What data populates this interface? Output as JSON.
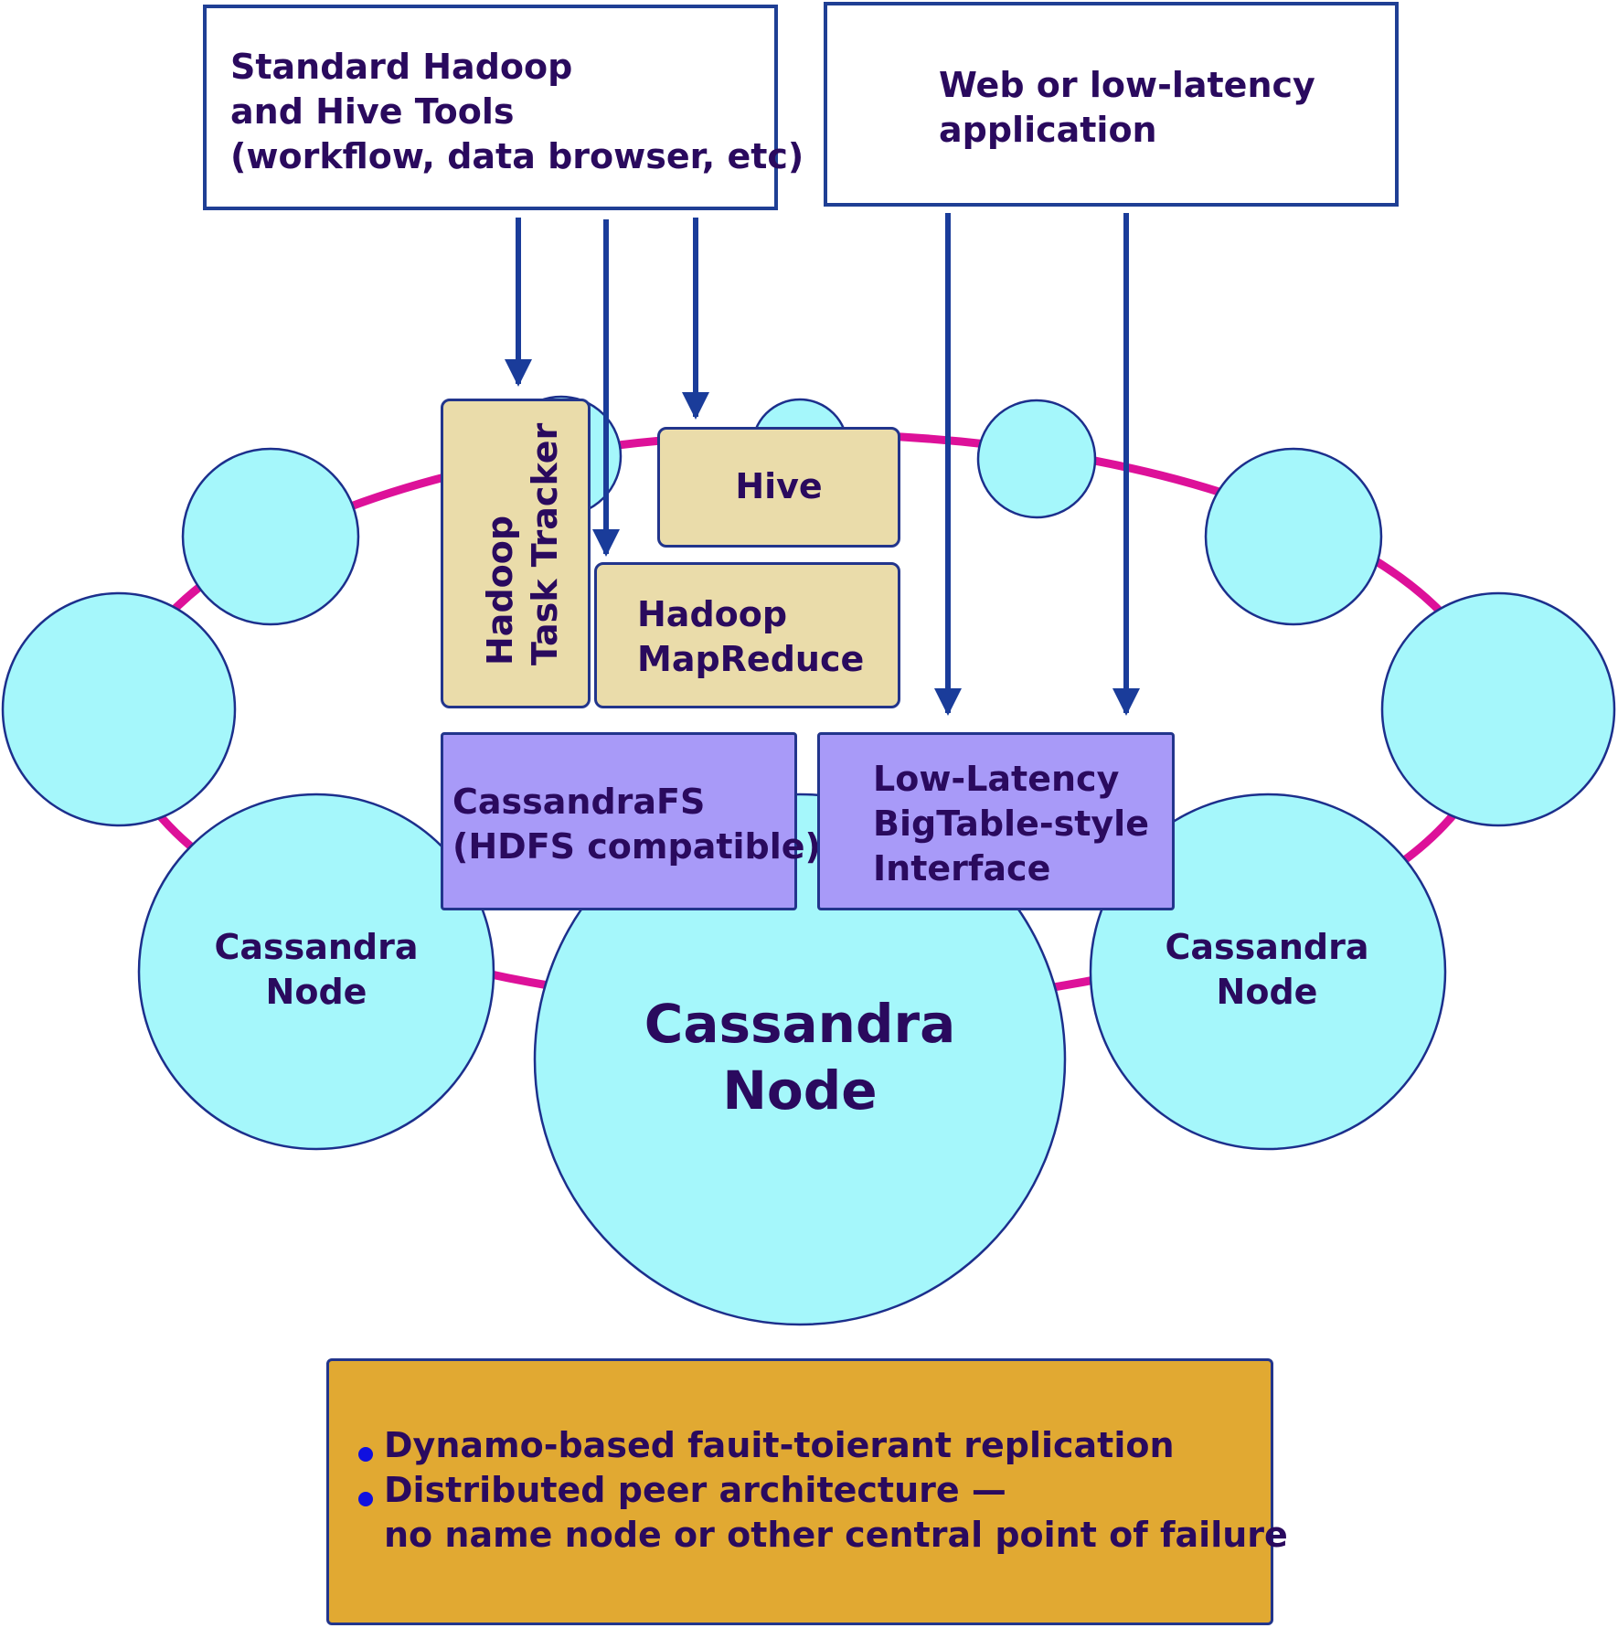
{
  "tools_box": {
    "lines": [
      "Standard Hadoop",
      "and Hive Tools",
      "(workflow, data browser, etc)"
    ]
  },
  "web_box": {
    "lines": [
      "Web or low-latency",
      "application"
    ]
  },
  "task_tracker": {
    "lines": [
      "Hadoop",
      "Task Tracker"
    ]
  },
  "hive_box": {
    "label": "Hive"
  },
  "mapreduce_box": {
    "lines": [
      "Hadoop",
      "MapReduce"
    ]
  },
  "cassandrafs_box": {
    "lines": [
      "CassandraFS",
      "(HDFS compatible)"
    ]
  },
  "bigtable_box": {
    "lines": [
      "Low-Latency",
      "BigTable-style",
      "Interface"
    ]
  },
  "nodes": {
    "left_label": [
      "Cassandra",
      "Node"
    ],
    "center_label": [
      "Cassandra",
      "Node"
    ],
    "right_label": [
      "Cassandra",
      "Node"
    ]
  },
  "notes": {
    "bullets": [
      {
        "lines": [
          "Dynamo-based fauit-toierant replication"
        ]
      },
      {
        "lines": [
          "Distributed peer architecture —",
          "no name node or other central point of failure"
        ]
      }
    ]
  },
  "colors": {
    "node_fill": "#a5f7fb",
    "node_stroke": "#1c2f8c",
    "ring": "#dd1199",
    "arrow": "#1a3c9a",
    "text": "#2a0a5e",
    "tan": "#eadcaa",
    "purple": "#a89af8",
    "note": "#e1a932"
  }
}
